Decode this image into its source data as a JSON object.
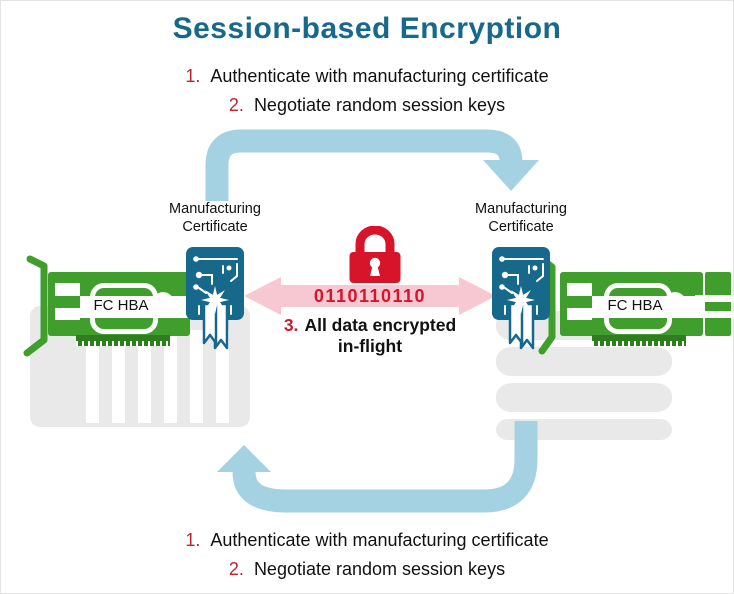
{
  "title": "Session-based Encryption",
  "steps": [
    {
      "number": "1.",
      "text": "Authenticate with manufacturing certificate"
    },
    {
      "number": "2.",
      "text": "Negotiate random session keys"
    }
  ],
  "certificate_label": {
    "line1": "Manufacturing",
    "line2": "Certificate"
  },
  "card_label": "FC HBA",
  "encrypted_flow": {
    "binary": "0110110110",
    "step_number": "3.",
    "line1": "All data encrypted",
    "line2": "in-flight"
  },
  "icons": {
    "lock": "red padlock",
    "certificate_badge": "teal chip certificate with ribbon",
    "server": "gray server tower with vents",
    "storage": "gray stacked disk array",
    "session_arrows": "light blue curved arrows",
    "data_arrow": "pink double-headed arrow"
  },
  "colors": {
    "title_teal": "#16688C",
    "step_red": "#C32032",
    "lock_red": "#D8142B",
    "arrow_blue": "#A5D2E2",
    "pink": "#F8C8D2",
    "card_green": "#3F9E2C",
    "pin_green": "#2E7D1E",
    "badge_teal": "#17698C",
    "device_gray": "#E9E9E9"
  }
}
